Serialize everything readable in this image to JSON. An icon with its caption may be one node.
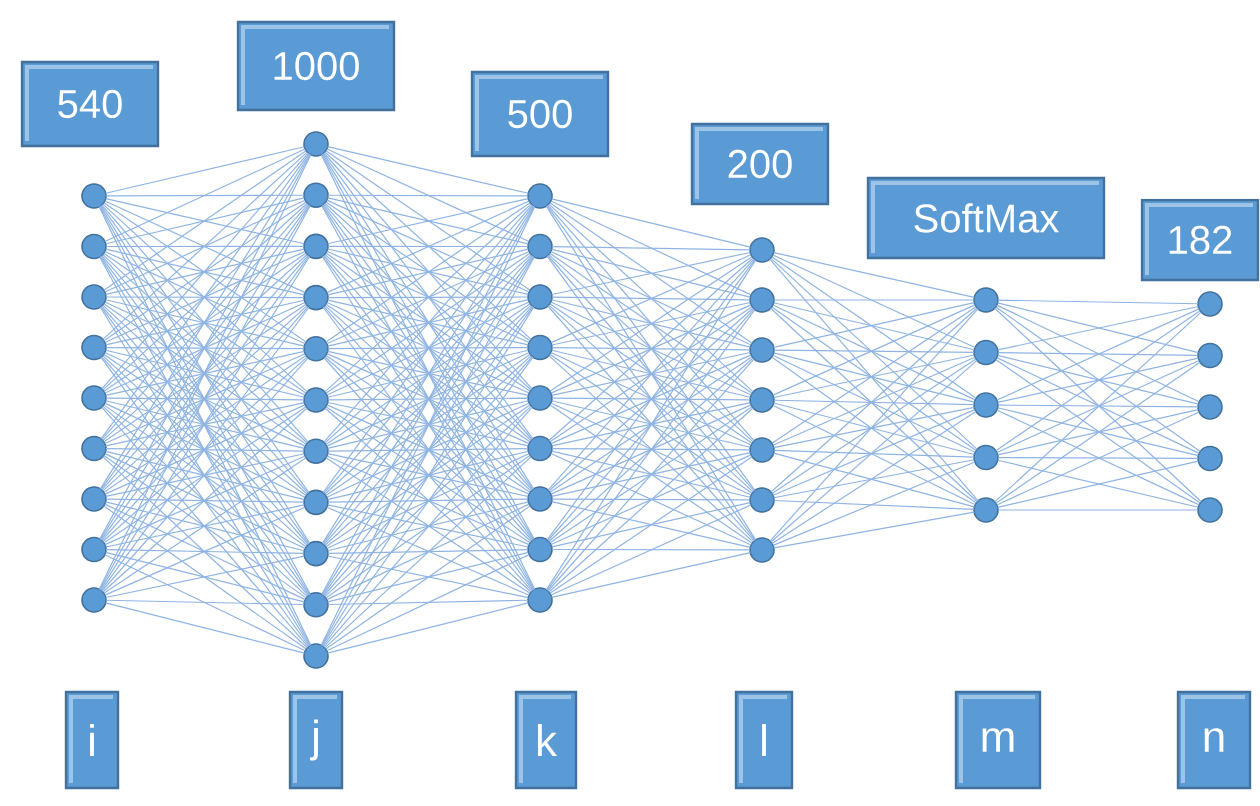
{
  "diagram": {
    "nodes": [
      {
        "text": [
          "540"
        ]
      },
      {
        "text": [
          "1000"
        ]
      },
      {
        "text": [
          "500"
        ]
      },
      {
        "text": [
          "200"
        ]
      },
      {
        "text": [
          "SoftMax"
        ]
      },
      {
        "text": [
          "182"
        ]
      },
      {
        "text": [],
        "shape": "circle"
      },
      {
        "text": [],
        "shape": "circle"
      },
      {
        "text": [],
        "shape": "circle"
      },
      {
        "text": [],
        "shape": "circle"
      },
      {
        "text": [],
        "shape": "circle"
      },
      {
        "text": [],
        "shape": "circle"
      },
      {
        "text": [],
        "shape": "circle"
      },
      {
        "text": [],
        "shape": "circle"
      },
      {
        "text": [],
        "shape": "circle"
      },
      {
        "text": [],
        "shape": "circle"
      },
      {
        "text": [],
        "shape": "circle"
      },
      {
        "text": [],
        "shape": "circle"
      },
      {
        "text": [],
        "shape": "circle"
      },
      {
        "text": [],
        "shape": "circle"
      },
      {
        "text": [],
        "shape": "circle"
      },
      {
        "text": [],
        "shape": "circle"
      },
      {
        "text": [],
        "shape": "circle"
      },
      {
        "text": [],
        "shape": "circle"
      },
      {
        "text": [],
        "shape": "circle"
      },
      {
        "text": [],
        "shape": "circle"
      },
      {
        "text": [],
        "shape": "circle"
      },
      {
        "text": [],
        "shape": "circle"
      },
      {
        "text": [],
        "shape": "circle"
      },
      {
        "text": [],
        "shape": "circle"
      },
      {
        "text": [],
        "shape": "circle"
      },
      {
        "text": [],
        "shape": "circle"
      },
      {
        "text": [],
        "shape": "circle"
      },
      {
        "text": [],
        "shape": "circle"
      },
      {
        "text": [],
        "shape": "circle"
      },
      {
        "text": [],
        "shape": "circle"
      },
      {
        "text": [],
        "shape": "circle"
      },
      {
        "text": [],
        "shape": "circle"
      },
      {
        "text": [],
        "shape": "circle"
      },
      {
        "text": [],
        "shape": "circle"
      },
      {
        "text": [],
        "shape": "circle"
      },
      {
        "text": [],
        "shape": "circle"
      },
      {
        "text": [],
        "shape": "circle"
      },
      {
        "text": [],
        "shape": "circle"
      },
      {
        "text": [],
        "shape": "circle"
      },
      {
        "text": [],
        "shape": "circle"
      },
      {
        "text": [],
        "shape": "circle"
      },
      {
        "text": [],
        "shape": "circle"
      },
      {
        "text": [],
        "shape": "circle"
      },
      {
        "text": [],
        "shape": "circle"
      },
      {
        "text": [],
        "shape": "circle"
      },
      {
        "text": [],
        "shape": "circle"
      },
      {
        "text": [
          "i"
        ]
      },
      {
        "text": [
          "j"
        ]
      },
      {
        "text": [
          "k"
        ]
      },
      {
        "text": [
          "l"
        ]
      },
      {
        "text": [
          "m"
        ]
      },
      {
        "text": [
          "n"
        ]
      }
    ],
    "edges": [
      {
        "from": 6,
        "to": 15,
        "arrow": "none"
      },
      {
        "from": 6,
        "to": 16,
        "arrow": "none"
      },
      {
        "from": 6,
        "to": 17,
        "arrow": "none"
      },
      {
        "from": 6,
        "to": 18,
        "arrow": "none"
      },
      {
        "from": 6,
        "to": 19,
        "arrow": "none"
      },
      {
        "from": 6,
        "to": 20,
        "arrow": "none"
      },
      {
        "from": 6,
        "to": 21,
        "arrow": "none"
      },
      {
        "from": 6,
        "to": 22,
        "arrow": "none"
      },
      {
        "from": 6,
        "to": 23,
        "arrow": "none"
      },
      {
        "from": 6,
        "to": 24,
        "arrow": "none"
      },
      {
        "from": 6,
        "to": 25,
        "arrow": "none"
      },
      {
        "from": 7,
        "to": 15,
        "arrow": "none"
      },
      {
        "from": 7,
        "to": 16,
        "arrow": "none"
      },
      {
        "from": 7,
        "to": 17,
        "arrow": "none"
      },
      {
        "from": 7,
        "to": 18,
        "arrow": "none"
      },
      {
        "from": 7,
        "to": 19,
        "arrow": "none"
      },
      {
        "from": 7,
        "to": 20,
        "arrow": "none"
      },
      {
        "from": 7,
        "to": 21,
        "arrow": "none"
      },
      {
        "from": 7,
        "to": 22,
        "arrow": "none"
      },
      {
        "from": 7,
        "to": 23,
        "arrow": "none"
      },
      {
        "from": 7,
        "to": 24,
        "arrow": "none"
      },
      {
        "from": 7,
        "to": 25,
        "arrow": "none"
      },
      {
        "from": 8,
        "to": 15,
        "arrow": "none"
      },
      {
        "from": 8,
        "to": 16,
        "arrow": "none"
      },
      {
        "from": 8,
        "to": 17,
        "arrow": "none"
      },
      {
        "from": 8,
        "to": 18,
        "arrow": "none"
      },
      {
        "from": 8,
        "to": 19,
        "arrow": "none"
      },
      {
        "from": 8,
        "to": 20,
        "arrow": "none"
      },
      {
        "from": 8,
        "to": 21,
        "arrow": "none"
      },
      {
        "from": 8,
        "to": 22,
        "arrow": "none"
      },
      {
        "from": 8,
        "to": 23,
        "arrow": "none"
      },
      {
        "from": 8,
        "to": 24,
        "arrow": "none"
      },
      {
        "from": 8,
        "to": 25,
        "arrow": "none"
      },
      {
        "from": 9,
        "to": 15,
        "arrow": "none"
      },
      {
        "from": 9,
        "to": 16,
        "arrow": "none"
      },
      {
        "from": 9,
        "to": 17,
        "arrow": "none"
      },
      {
        "from": 9,
        "to": 18,
        "arrow": "none"
      },
      {
        "from": 9,
        "to": 19,
        "arrow": "none"
      },
      {
        "from": 9,
        "to": 20,
        "arrow": "none"
      },
      {
        "from": 9,
        "to": 21,
        "arrow": "none"
      },
      {
        "from": 9,
        "to": 22,
        "arrow": "none"
      },
      {
        "from": 9,
        "to": 23,
        "arrow": "none"
      },
      {
        "from": 9,
        "to": 24,
        "arrow": "none"
      },
      {
        "from": 9,
        "to": 25,
        "arrow": "none"
      },
      {
        "from": 10,
        "to": 15,
        "arrow": "none"
      },
      {
        "from": 10,
        "to": 16,
        "arrow": "none"
      },
      {
        "from": 10,
        "to": 17,
        "arrow": "none"
      },
      {
        "from": 10,
        "to": 18,
        "arrow": "none"
      },
      {
        "from": 10,
        "to": 19,
        "arrow": "none"
      },
      {
        "from": 10,
        "to": 20,
        "arrow": "none"
      },
      {
        "from": 10,
        "to": 21,
        "arrow": "none"
      },
      {
        "from": 10,
        "to": 22,
        "arrow": "none"
      },
      {
        "from": 10,
        "to": 23,
        "arrow": "none"
      },
      {
        "from": 10,
        "to": 24,
        "arrow": "none"
      },
      {
        "from": 10,
        "to": 25,
        "arrow": "none"
      },
      {
        "from": 11,
        "to": 15,
        "arrow": "none"
      },
      {
        "from": 11,
        "to": 16,
        "arrow": "none"
      },
      {
        "from": 11,
        "to": 17,
        "arrow": "none"
      },
      {
        "from": 11,
        "to": 18,
        "arrow": "none"
      },
      {
        "from": 11,
        "to": 19,
        "arrow": "none"
      },
      {
        "from": 11,
        "to": 20,
        "arrow": "none"
      },
      {
        "from": 11,
        "to": 21,
        "arrow": "none"
      },
      {
        "from": 11,
        "to": 22,
        "arrow": "none"
      },
      {
        "from": 11,
        "to": 23,
        "arrow": "none"
      },
      {
        "from": 11,
        "to": 24,
        "arrow": "none"
      },
      {
        "from": 11,
        "to": 25,
        "arrow": "none"
      },
      {
        "from": 12,
        "to": 15,
        "arrow": "none"
      },
      {
        "from": 12,
        "to": 16,
        "arrow": "none"
      },
      {
        "from": 12,
        "to": 17,
        "arrow": "none"
      },
      {
        "from": 12,
        "to": 18,
        "arrow": "none"
      },
      {
        "from": 12,
        "to": 19,
        "arrow": "none"
      },
      {
        "from": 12,
        "to": 20,
        "arrow": "none"
      },
      {
        "from": 12,
        "to": 21,
        "arrow": "none"
      },
      {
        "from": 12,
        "to": 22,
        "arrow": "none"
      },
      {
        "from": 12,
        "to": 23,
        "arrow": "none"
      },
      {
        "from": 12,
        "to": 24,
        "arrow": "none"
      },
      {
        "from": 12,
        "to": 25,
        "arrow": "none"
      },
      {
        "from": 13,
        "to": 15,
        "arrow": "none"
      },
      {
        "from": 13,
        "to": 16,
        "arrow": "none"
      },
      {
        "from": 13,
        "to": 17,
        "arrow": "none"
      },
      {
        "from": 13,
        "to": 18,
        "arrow": "none"
      },
      {
        "from": 13,
        "to": 19,
        "arrow": "none"
      },
      {
        "from": 13,
        "to": 20,
        "arrow": "none"
      },
      {
        "from": 13,
        "to": 21,
        "arrow": "none"
      },
      {
        "from": 13,
        "to": 22,
        "arrow": "none"
      },
      {
        "from": 13,
        "to": 23,
        "arrow": "none"
      },
      {
        "from": 13,
        "to": 24,
        "arrow": "none"
      },
      {
        "from": 13,
        "to": 25,
        "arrow": "none"
      },
      {
        "from": 14,
        "to": 15,
        "arrow": "none"
      },
      {
        "from": 14,
        "to": 16,
        "arrow": "none"
      },
      {
        "from": 14,
        "to": 17,
        "arrow": "none"
      },
      {
        "from": 14,
        "to": 18,
        "arrow": "none"
      },
      {
        "from": 14,
        "to": 19,
        "arrow": "none"
      },
      {
        "from": 14,
        "to": 20,
        "arrow": "none"
      },
      {
        "from": 14,
        "to": 21,
        "arrow": "none"
      },
      {
        "from": 14,
        "to": 22,
        "arrow": "none"
      },
      {
        "from": 14,
        "to": 23,
        "arrow": "none"
      },
      {
        "from": 14,
        "to": 24,
        "arrow": "none"
      },
      {
        "from": 14,
        "to": 25,
        "arrow": "none"
      },
      {
        "from": 15,
        "to": 26,
        "arrow": "none"
      },
      {
        "from": 15,
        "to": 27,
        "arrow": "none"
      },
      {
        "from": 15,
        "to": 28,
        "arrow": "none"
      },
      {
        "from": 15,
        "to": 29,
        "arrow": "none"
      },
      {
        "from": 15,
        "to": 30,
        "arrow": "none"
      },
      {
        "from": 15,
        "to": 31,
        "arrow": "none"
      },
      {
        "from": 15,
        "to": 32,
        "arrow": "none"
      },
      {
        "from": 15,
        "to": 33,
        "arrow": "none"
      },
      {
        "from": 15,
        "to": 34,
        "arrow": "none"
      },
      {
        "from": 16,
        "to": 26,
        "arrow": "none"
      },
      {
        "from": 16,
        "to": 27,
        "arrow": "none"
      },
      {
        "from": 16,
        "to": 28,
        "arrow": "none"
      },
      {
        "from": 16,
        "to": 29,
        "arrow": "none"
      },
      {
        "from": 16,
        "to": 30,
        "arrow": "none"
      },
      {
        "from": 16,
        "to": 31,
        "arrow": "none"
      },
      {
        "from": 16,
        "to": 32,
        "arrow": "none"
      },
      {
        "from": 16,
        "to": 33,
        "arrow": "none"
      },
      {
        "from": 16,
        "to": 34,
        "arrow": "none"
      },
      {
        "from": 17,
        "to": 26,
        "arrow": "none"
      },
      {
        "from": 17,
        "to": 27,
        "arrow": "none"
      },
      {
        "from": 17,
        "to": 28,
        "arrow": "none"
      },
      {
        "from": 17,
        "to": 29,
        "arrow": "none"
      },
      {
        "from": 17,
        "to": 30,
        "arrow": "none"
      },
      {
        "from": 17,
        "to": 31,
        "arrow": "none"
      },
      {
        "from": 17,
        "to": 32,
        "arrow": "none"
      },
      {
        "from": 17,
        "to": 33,
        "arrow": "none"
      },
      {
        "from": 17,
        "to": 34,
        "arrow": "none"
      },
      {
        "from": 18,
        "to": 26,
        "arrow": "none"
      },
      {
        "from": 18,
        "to": 27,
        "arrow": "none"
      },
      {
        "from": 18,
        "to": 28,
        "arrow": "none"
      },
      {
        "from": 18,
        "to": 29,
        "arrow": "none"
      },
      {
        "from": 18,
        "to": 30,
        "arrow": "none"
      },
      {
        "from": 18,
        "to": 31,
        "arrow": "none"
      },
      {
        "from": 18,
        "to": 32,
        "arrow": "none"
      },
      {
        "from": 18,
        "to": 33,
        "arrow": "none"
      },
      {
        "from": 18,
        "to": 34,
        "arrow": "none"
      },
      {
        "from": 19,
        "to": 26,
        "arrow": "none"
      },
      {
        "from": 19,
        "to": 27,
        "arrow": "none"
      },
      {
        "from": 19,
        "to": 28,
        "arrow": "none"
      },
      {
        "from": 19,
        "to": 29,
        "arrow": "none"
      },
      {
        "from": 19,
        "to": 30,
        "arrow": "none"
      },
      {
        "from": 19,
        "to": 31,
        "arrow": "none"
      },
      {
        "from": 19,
        "to": 32,
        "arrow": "none"
      },
      {
        "from": 19,
        "to": 33,
        "arrow": "none"
      },
      {
        "from": 19,
        "to": 34,
        "arrow": "none"
      },
      {
        "from": 20,
        "to": 26,
        "arrow": "none"
      },
      {
        "from": 20,
        "to": 27,
        "arrow": "none"
      },
      {
        "from": 20,
        "to": 28,
        "arrow": "none"
      },
      {
        "from": 20,
        "to": 29,
        "arrow": "none"
      },
      {
        "from": 20,
        "to": 30,
        "arrow": "none"
      },
      {
        "from": 20,
        "to": 31,
        "arrow": "none"
      },
      {
        "from": 20,
        "to": 32,
        "arrow": "none"
      },
      {
        "from": 20,
        "to": 33,
        "arrow": "none"
      },
      {
        "from": 20,
        "to": 34,
        "arrow": "none"
      },
      {
        "from": 21,
        "to": 26,
        "arrow": "none"
      },
      {
        "from": 21,
        "to": 27,
        "arrow": "none"
      },
      {
        "from": 21,
        "to": 28,
        "arrow": "none"
      },
      {
        "from": 21,
        "to": 29,
        "arrow": "none"
      },
      {
        "from": 21,
        "to": 30,
        "arrow": "none"
      },
      {
        "from": 21,
        "to": 31,
        "arrow": "none"
      },
      {
        "from": 21,
        "to": 32,
        "arrow": "none"
      },
      {
        "from": 21,
        "to": 33,
        "arrow": "none"
      },
      {
        "from": 21,
        "to": 34,
        "arrow": "none"
      },
      {
        "from": 22,
        "to": 26,
        "arrow": "none"
      },
      {
        "from": 22,
        "to": 27,
        "arrow": "none"
      },
      {
        "from": 22,
        "to": 28,
        "arrow": "none"
      },
      {
        "from": 22,
        "to": 29,
        "arrow": "none"
      },
      {
        "from": 22,
        "to": 30,
        "arrow": "none"
      },
      {
        "from": 22,
        "to": 31,
        "arrow": "none"
      },
      {
        "from": 22,
        "to": 32,
        "arrow": "none"
      },
      {
        "from": 22,
        "to": 33,
        "arrow": "none"
      },
      {
        "from": 22,
        "to": 34,
        "arrow": "none"
      },
      {
        "from": 23,
        "to": 26,
        "arrow": "none"
      },
      {
        "from": 23,
        "to": 27,
        "arrow": "none"
      },
      {
        "from": 23,
        "to": 28,
        "arrow": "none"
      },
      {
        "from": 23,
        "to": 29,
        "arrow": "none"
      },
      {
        "from": 23,
        "to": 30,
        "arrow": "none"
      },
      {
        "from": 23,
        "to": 31,
        "arrow": "none"
      },
      {
        "from": 23,
        "to": 32,
        "arrow": "none"
      },
      {
        "from": 23,
        "to": 33,
        "arrow": "none"
      },
      {
        "from": 23,
        "to": 34,
        "arrow": "none"
      },
      {
        "from": 24,
        "to": 26,
        "arrow": "none"
      },
      {
        "from": 24,
        "to": 27,
        "arrow": "none"
      },
      {
        "from": 24,
        "to": 28,
        "arrow": "none"
      },
      {
        "from": 24,
        "to": 29,
        "arrow": "none"
      },
      {
        "from": 24,
        "to": 30,
        "arrow": "none"
      },
      {
        "from": 24,
        "to": 31,
        "arrow": "none"
      },
      {
        "from": 24,
        "to": 32,
        "arrow": "none"
      },
      {
        "from": 24,
        "to": 33,
        "arrow": "none"
      },
      {
        "from": 24,
        "to": 34,
        "arrow": "none"
      },
      {
        "from": 25,
        "to": 26,
        "arrow": "none"
      },
      {
        "from": 25,
        "to": 27,
        "arrow": "none"
      },
      {
        "from": 25,
        "to": 28,
        "arrow": "none"
      },
      {
        "from": 25,
        "to": 29,
        "arrow": "none"
      },
      {
        "from": 25,
        "to": 30,
        "arrow": "none"
      },
      {
        "from": 25,
        "to": 31,
        "arrow": "none"
      },
      {
        "from": 25,
        "to": 32,
        "arrow": "none"
      },
      {
        "from": 25,
        "to": 33,
        "arrow": "none"
      },
      {
        "from": 25,
        "to": 34,
        "arrow": "none"
      },
      {
        "from": 26,
        "to": 35,
        "arrow": "none"
      },
      {
        "from": 26,
        "to": 36,
        "arrow": "none"
      },
      {
        "from": 26,
        "to": 37,
        "arrow": "none"
      },
      {
        "from": 26,
        "to": 38,
        "arrow": "none"
      },
      {
        "from": 26,
        "to": 39,
        "arrow": "none"
      },
      {
        "from": 26,
        "to": 40,
        "arrow": "none"
      },
      {
        "from": 26,
        "to": 41,
        "arrow": "none"
      },
      {
        "from": 27,
        "to": 35,
        "arrow": "none"
      },
      {
        "from": 27,
        "to": 36,
        "arrow": "none"
      },
      {
        "from": 27,
        "to": 37,
        "arrow": "none"
      },
      {
        "from": 27,
        "to": 38,
        "arrow": "none"
      },
      {
        "from": 27,
        "to": 39,
        "arrow": "none"
      },
      {
        "from": 27,
        "to": 40,
        "arrow": "none"
      },
      {
        "from": 27,
        "to": 41,
        "arrow": "none"
      },
      {
        "from": 28,
        "to": 35,
        "arrow": "none"
      },
      {
        "from": 28,
        "to": 36,
        "arrow": "none"
      },
      {
        "from": 28,
        "to": 37,
        "arrow": "none"
      },
      {
        "from": 28,
        "to": 38,
        "arrow": "none"
      },
      {
        "from": 28,
        "to": 39,
        "arrow": "none"
      },
      {
        "from": 28,
        "to": 40,
        "arrow": "none"
      },
      {
        "from": 28,
        "to": 41,
        "arrow": "none"
      },
      {
        "from": 29,
        "to": 35,
        "arrow": "none"
      },
      {
        "from": 29,
        "to": 36,
        "arrow": "none"
      },
      {
        "from": 29,
        "to": 37,
        "arrow": "none"
      },
      {
        "from": 29,
        "to": 38,
        "arrow": "none"
      },
      {
        "from": 29,
        "to": 39,
        "arrow": "none"
      },
      {
        "from": 29,
        "to": 40,
        "arrow": "none"
      },
      {
        "from": 29,
        "to": 41,
        "arrow": "none"
      },
      {
        "from": 30,
        "to": 35,
        "arrow": "none"
      },
      {
        "from": 30,
        "to": 36,
        "arrow": "none"
      },
      {
        "from": 30,
        "to": 37,
        "arrow": "none"
      },
      {
        "from": 30,
        "to": 38,
        "arrow": "none"
      },
      {
        "from": 30,
        "to": 39,
        "arrow": "none"
      },
      {
        "from": 30,
        "to": 40,
        "arrow": "none"
      },
      {
        "from": 30,
        "to": 41,
        "arrow": "none"
      },
      {
        "from": 31,
        "to": 35,
        "arrow": "none"
      },
      {
        "from": 31,
        "to": 36,
        "arrow": "none"
      },
      {
        "from": 31,
        "to": 37,
        "arrow": "none"
      },
      {
        "from": 31,
        "to": 38,
        "arrow": "none"
      },
      {
        "from": 31,
        "to": 39,
        "arrow": "none"
      },
      {
        "from": 31,
        "to": 40,
        "arrow": "none"
      },
      {
        "from": 31,
        "to": 41,
        "arrow": "none"
      },
      {
        "from": 32,
        "to": 35,
        "arrow": "none"
      },
      {
        "from": 32,
        "to": 36,
        "arrow": "none"
      },
      {
        "from": 32,
        "to": 37,
        "arrow": "none"
      },
      {
        "from": 32,
        "to": 38,
        "arrow": "none"
      },
      {
        "from": 32,
        "to": 39,
        "arrow": "none"
      },
      {
        "from": 32,
        "to": 40,
        "arrow": "none"
      },
      {
        "from": 32,
        "to": 41,
        "arrow": "none"
      },
      {
        "from": 33,
        "to": 35,
        "arrow": "none"
      },
      {
        "from": 33,
        "to": 36,
        "arrow": "none"
      },
      {
        "from": 33,
        "to": 37,
        "arrow": "none"
      },
      {
        "from": 33,
        "to": 38,
        "arrow": "none"
      },
      {
        "from": 33,
        "to": 39,
        "arrow": "none"
      },
      {
        "from": 33,
        "to": 40,
        "arrow": "none"
      },
      {
        "from": 33,
        "to": 41,
        "arrow": "none"
      },
      {
        "from": 34,
        "to": 35,
        "arrow": "none"
      },
      {
        "from": 34,
        "to": 36,
        "arrow": "none"
      },
      {
        "from": 34,
        "to": 37,
        "arrow": "none"
      },
      {
        "from": 34,
        "to": 38,
        "arrow": "none"
      },
      {
        "from": 34,
        "to": 39,
        "arrow": "none"
      },
      {
        "from": 34,
        "to": 40,
        "arrow": "none"
      },
      {
        "from": 34,
        "to": 41,
        "arrow": "none"
      },
      {
        "from": 35,
        "to": 42,
        "arrow": "none"
      },
      {
        "from": 35,
        "to": 43,
        "arrow": "none"
      },
      {
        "from": 35,
        "to": 44,
        "arrow": "none"
      },
      {
        "from": 35,
        "to": 45,
        "arrow": "none"
      },
      {
        "from": 35,
        "to": 46,
        "arrow": "none"
      },
      {
        "from": 36,
        "to": 42,
        "arrow": "none"
      },
      {
        "from": 36,
        "to": 43,
        "arrow": "none"
      },
      {
        "from": 36,
        "to": 44,
        "arrow": "none"
      },
      {
        "from": 36,
        "to": 45,
        "arrow": "none"
      },
      {
        "from": 36,
        "to": 46,
        "arrow": "none"
      },
      {
        "from": 37,
        "to": 42,
        "arrow": "none"
      },
      {
        "from": 37,
        "to": 43,
        "arrow": "none"
      },
      {
        "from": 37,
        "to": 44,
        "arrow": "none"
      },
      {
        "from": 37,
        "to": 45,
        "arrow": "none"
      },
      {
        "from": 37,
        "to": 46,
        "arrow": "none"
      },
      {
        "from": 38,
        "to": 42,
        "arrow": "none"
      },
      {
        "from": 38,
        "to": 43,
        "arrow": "none"
      },
      {
        "from": 38,
        "to": 44,
        "arrow": "none"
      },
      {
        "from": 38,
        "to": 45,
        "arrow": "none"
      },
      {
        "from": 38,
        "to": 46,
        "arrow": "none"
      },
      {
        "from": 39,
        "to": 42,
        "arrow": "none"
      },
      {
        "from": 39,
        "to": 43,
        "arrow": "none"
      },
      {
        "from": 39,
        "to": 44,
        "arrow": "none"
      },
      {
        "from": 39,
        "to": 45,
        "arrow": "none"
      },
      {
        "from": 39,
        "to": 46,
        "arrow": "none"
      },
      {
        "from": 40,
        "to": 42,
        "arrow": "none"
      },
      {
        "from": 40,
        "to": 43,
        "arrow": "none"
      },
      {
        "from": 40,
        "to": 44,
        "arrow": "none"
      },
      {
        "from": 40,
        "to": 45,
        "arrow": "none"
      },
      {
        "from": 40,
        "to": 46,
        "arrow": "none"
      },
      {
        "from": 41,
        "to": 42,
        "arrow": "none"
      },
      {
        "from": 41,
        "to": 43,
        "arrow": "none"
      },
      {
        "from": 41,
        "to": 44,
        "arrow": "none"
      },
      {
        "from": 41,
        "to": 45,
        "arrow": "none"
      },
      {
        "from": 41,
        "to": 46,
        "arrow": "none"
      },
      {
        "from": 42,
        "to": 47,
        "arrow": "none"
      },
      {
        "from": 42,
        "to": 48,
        "arrow": "none"
      },
      {
        "from": 42,
        "to": 49,
        "arrow": "none"
      },
      {
        "from": 42,
        "to": 50,
        "arrow": "none"
      },
      {
        "from": 42,
        "to": 51,
        "arrow": "none"
      },
      {
        "from": 43,
        "to": 47,
        "arrow": "none"
      },
      {
        "from": 43,
        "to": 48,
        "arrow": "none"
      },
      {
        "from": 43,
        "to": 49,
        "arrow": "none"
      },
      {
        "from": 43,
        "to": 50,
        "arrow": "none"
      },
      {
        "from": 43,
        "to": 51,
        "arrow": "none"
      },
      {
        "from": 44,
        "to": 47,
        "arrow": "none"
      },
      {
        "from": 44,
        "to": 48,
        "arrow": "none"
      },
      {
        "from": 44,
        "to": 49,
        "arrow": "none"
      },
      {
        "from": 44,
        "to": 50,
        "arrow": "none"
      },
      {
        "from": 44,
        "to": 51,
        "arrow": "none"
      },
      {
        "from": 45,
        "to": 47,
        "arrow": "none"
      },
      {
        "from": 45,
        "to": 48,
        "arrow": "none"
      },
      {
        "from": 45,
        "to": 49,
        "arrow": "none"
      },
      {
        "from": 45,
        "to": 50,
        "arrow": "none"
      },
      {
        "from": 45,
        "to": 51,
        "arrow": "none"
      },
      {
        "from": 46,
        "to": 47,
        "arrow": "none"
      },
      {
        "from": 46,
        "to": 48,
        "arrow": "none"
      },
      {
        "from": 46,
        "to": 49,
        "arrow": "none"
      },
      {
        "from": 46,
        "to": 50,
        "arrow": "none"
      },
      {
        "from": 46,
        "to": 51,
        "arrow": "none"
      }
    ]
  }
}
